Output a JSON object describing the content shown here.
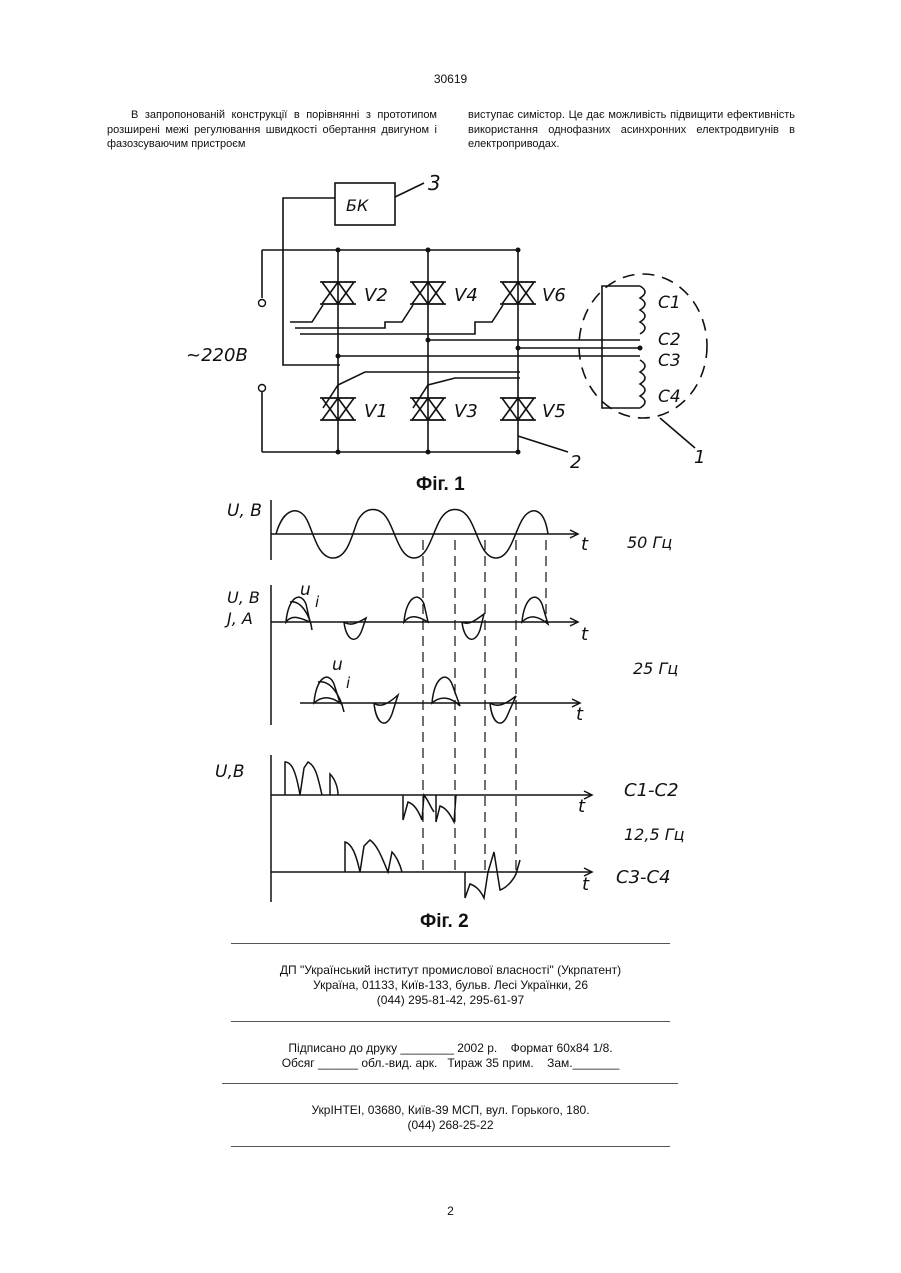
{
  "header": {
    "patent_number": "30619"
  },
  "text": {
    "left_column": "В запропонованій конструкції в порівнянні з прототипом розширені межі регулювання швидкості обертання двигуном і фазозсуваючим пристроєм",
    "right_column": "виступає симістор. Це дає можливість підвищити ефективність використання однофазних асинхронних електродвигунів в електроприводах."
  },
  "figure1": {
    "caption": "Фіг. 1",
    "block_label": "БК",
    "ref_3": "3",
    "ref_2": "2",
    "ref_1": "1",
    "supply_label": "~220В",
    "thyristors_top": [
      "V2",
      "V4",
      "V6"
    ],
    "thyristors_bottom": [
      "V1",
      "V3",
      "V5"
    ],
    "windings": [
      "C1",
      "C2",
      "C3",
      "C4"
    ]
  },
  "figure2": {
    "caption": "Фіг. 2",
    "axis_u": "U, B",
    "axis_ui_1": "U, B",
    "axis_ui_2": "J, A",
    "axis_u_last": "U,B",
    "time_label": "t",
    "label_u": "u",
    "label_i": "i",
    "freq_50": "50 Гц",
    "freq_25": "25 Гц",
    "freq_12": "12,5 Гц",
    "pair_1": "C1-C2",
    "pair_2": "C3-C4"
  },
  "imprint": {
    "publisher_line1": "ДП \"Український інститут промислової власності\" (Укрпатент)",
    "publisher_line2": "Україна, 01133, Київ-133, бульв. Лесі Українки, 26",
    "publisher_line3": "(044) 295-81-42, 295-61-97",
    "sign_line1": "Підписано до друку ________ 2002 р.    Формат 60х84 1/8.",
    "sign_line2": "Обсяг ______ обл.-вид. арк.   Тираж 35 прим.    Зам._______",
    "print_line1": "УкрІНТЕІ, 03680, Київ-39 МСП, вул. Горького, 180.",
    "print_line2": "(044) 268-25-22"
  },
  "footer": {
    "page_number": "2"
  }
}
